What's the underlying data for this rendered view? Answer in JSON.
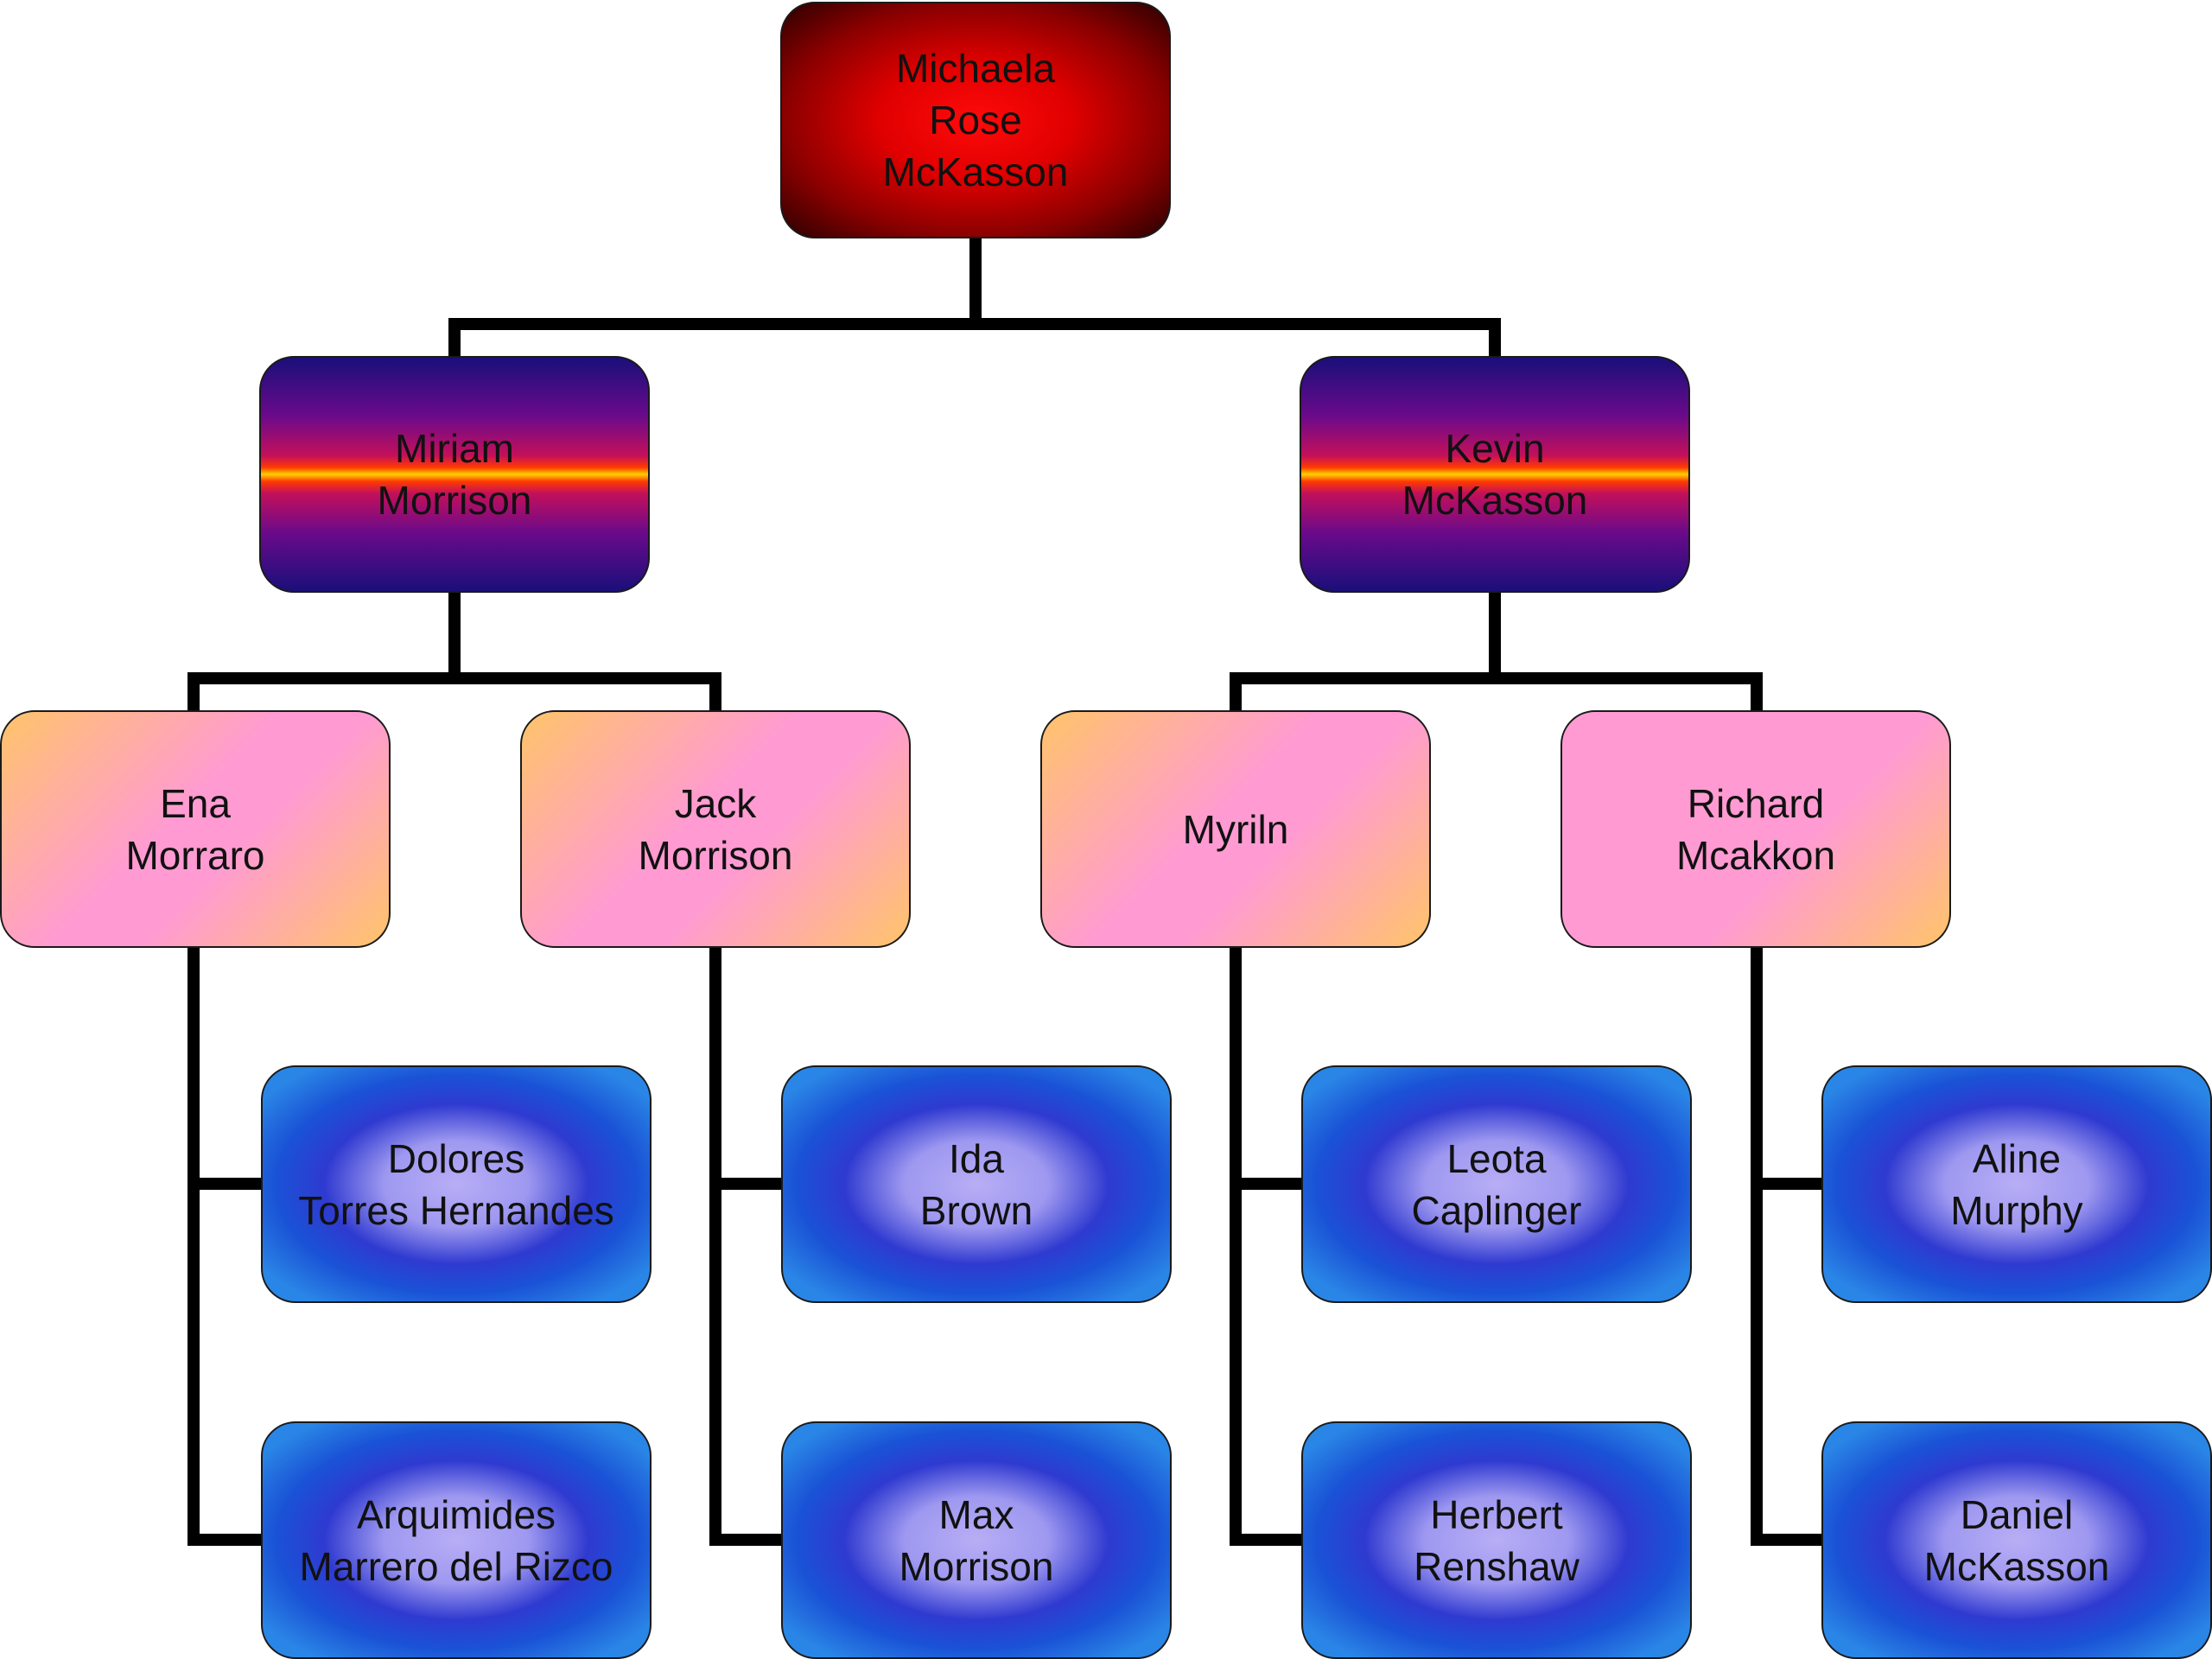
{
  "org_chart": {
    "root": {
      "line1": "Michaela",
      "line2": "Rose",
      "line3": "McKasson"
    },
    "level1": [
      {
        "line1": "Miriam",
        "line2": "Morrison"
      },
      {
        "line1": "Kevin",
        "line2": "McKasson"
      }
    ],
    "level2": [
      {
        "line1": "Ena",
        "line2": "Morraro"
      },
      {
        "line1": "Jack",
        "line2": "Morrison"
      },
      {
        "line1": "Myriln",
        "line2": ""
      },
      {
        "line1": "Richard",
        "line2": "Mcakkon"
      }
    ],
    "level3": [
      {
        "line1": "Dolores",
        "line2": "Torres Hernandes"
      },
      {
        "line1": "Arquimides",
        "line2": "Marrero del Rizco"
      },
      {
        "line1": "Ida",
        "line2": "Brown"
      },
      {
        "line1": "Max",
        "line2": "Morrison"
      },
      {
        "line1": "Leota",
        "line2": "Caplinger"
      },
      {
        "line1": "Herbert",
        "line2": "Renshaw"
      },
      {
        "line1": "Aline",
        "line2": "Murphy"
      },
      {
        "line1": "Daniel",
        "line2": "McKasson"
      }
    ]
  },
  "colors": {
    "connector": "#000000",
    "root_fill": "#e00000",
    "level1_fill": "#6a0a8a",
    "level2_fill": "#ff9bd2",
    "level3_fill": "#2f3ad0"
  }
}
